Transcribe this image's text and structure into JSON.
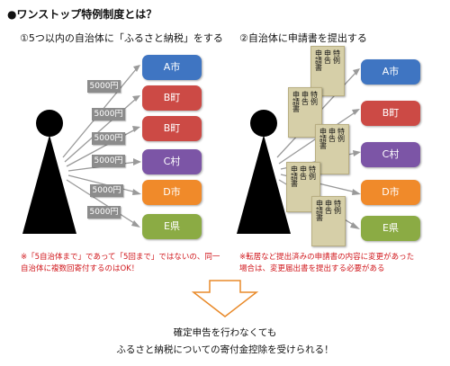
{
  "title": "●ワンストップ特例制度とは？",
  "left": {
    "subtitle": "①5つ以内の自治体に「ふるさと納税」をする",
    "amount": "5000円",
    "cities": [
      "A市",
      "B町",
      "B町",
      "C村",
      "D市",
      "E県"
    ],
    "note_lines": [
      "※「5自治体まで」であって「5回まで」ではないの、同一",
      "自治体に複数回寄付するのはOK！"
    ]
  },
  "right": {
    "subtitle": "②自治体に申請書を提出する",
    "doc_text": [
      "特例",
      "申告",
      "申請書"
    ],
    "cities": [
      "A市",
      "B町",
      "C村",
      "D市",
      "E県"
    ],
    "note_lines": [
      "※転居など提出済みの申請書の内容に変更があった",
      "場合は、変更届出書を提出する必要がある"
    ]
  },
  "colors": {
    "A": "#3f75c2",
    "B": "#cc4a45",
    "C": "#7c55a6",
    "D": "#f08a2a",
    "E": "#8bab44",
    "note": "#d0161b",
    "tag": "#8c8c8c",
    "doc": "#d6cfa8"
  },
  "bottom_lines": [
    "確定申告を行わなくても",
    "ふるさと納税についての寄付金控除を受けられる！"
  ]
}
